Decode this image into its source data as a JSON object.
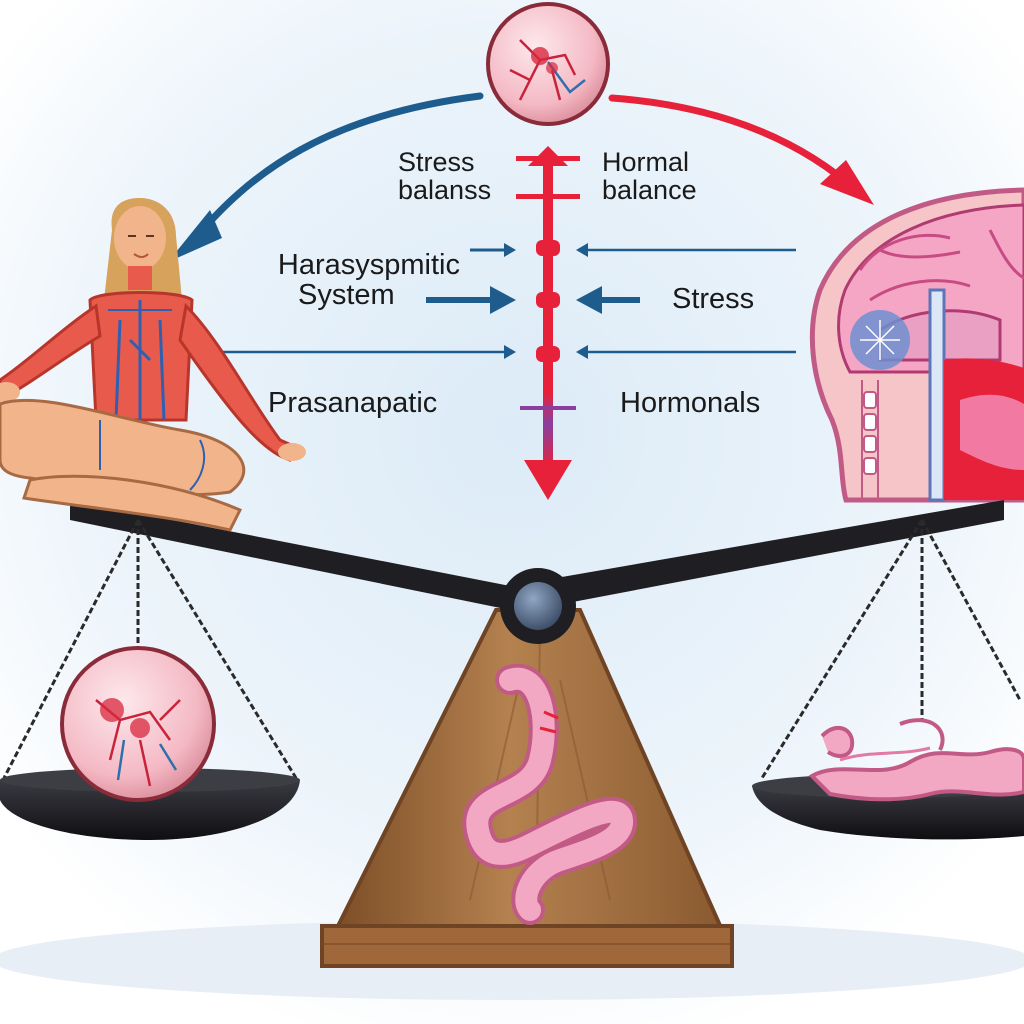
{
  "labels": {
    "stress_balanss": [
      "Stress",
      "balanss"
    ],
    "hormal_balance": [
      "Hormal",
      "balance"
    ],
    "harasyspmitic_system": [
      "Harasyspmitic",
      "System"
    ],
    "stress": "Stress",
    "prasanapatic": "Prasanapatic",
    "hormonals": "Hormonals"
  },
  "colors": {
    "axis_red": "#e8213a",
    "arrow_blue": "#1d5c8c",
    "sky": "#dcebf7",
    "wood": "#a9794a",
    "wood_dark": "#6e4424",
    "pink_organ": "#f2a8c3",
    "skin": "#f2b48a",
    "beam": "#1f1f23"
  },
  "icons": {
    "top_sphere": "brain-sphere-icon",
    "woman": "meditating-woman-figure",
    "head": "head-brain-cross-section",
    "left_sphere": "brain-sphere-icon",
    "gut": "intestine-icon"
  }
}
